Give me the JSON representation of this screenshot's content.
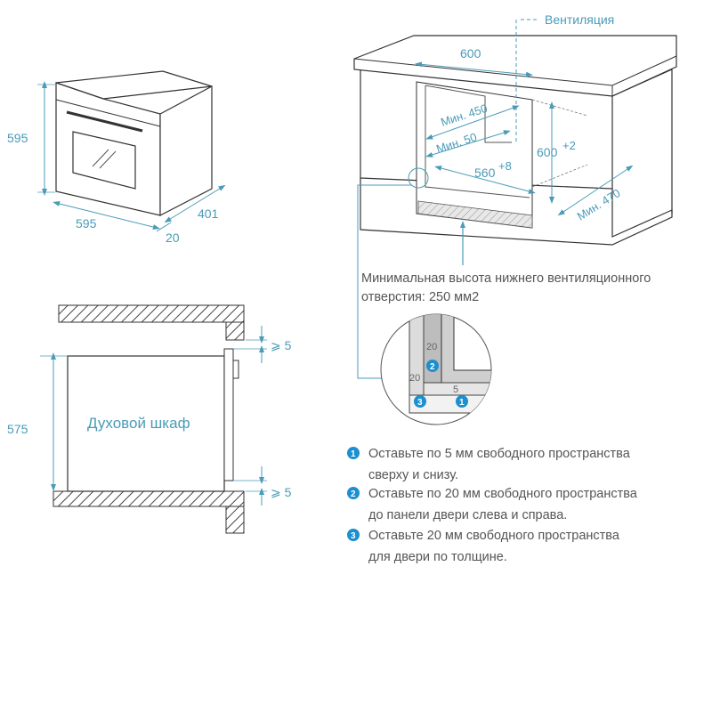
{
  "oven_view": {
    "height": "595",
    "width": "595",
    "depth": "401",
    "door": "20"
  },
  "cabinet_view": {
    "ventilation": "Вентиляция",
    "width": "600",
    "min_450": "Мин. 450",
    "min_50": "Мин. 50",
    "height": "600",
    "height_tol": "+2",
    "niche_width": "560",
    "niche_tol": "+8",
    "min_470": "Мин. 470",
    "vent_note_line1": "Минимальная высота нижнего вентиляционного",
    "vent_note_line2": "отверстия: 250 мм2"
  },
  "side_view": {
    "label": "Духовой шкаф",
    "height": "575",
    "gap_top": "⩾ 5",
    "gap_bottom": "⩾ 5"
  },
  "detail": {
    "val_20_top": "20",
    "val_20_left": "20",
    "val_5": "5",
    "marker_1": "1",
    "marker_2": "2",
    "marker_3": "3"
  },
  "notes": [
    {
      "num": "1",
      "line1": "Оставьте по 5 мм свободного пространства",
      "line2": "сверху и снизу."
    },
    {
      "num": "2",
      "line1": "Оставьте по 20 мм свободного пространства",
      "line2": "до панели двери слева и справа."
    },
    {
      "num": "3",
      "line1": "Оставьте 20 мм свободного пространства",
      "line2": "для двери по толщине."
    }
  ],
  "colors": {
    "accent": "#4a9bb8",
    "marker": "#1b8fd0",
    "line": "#3a3a3a",
    "text": "#555555"
  }
}
